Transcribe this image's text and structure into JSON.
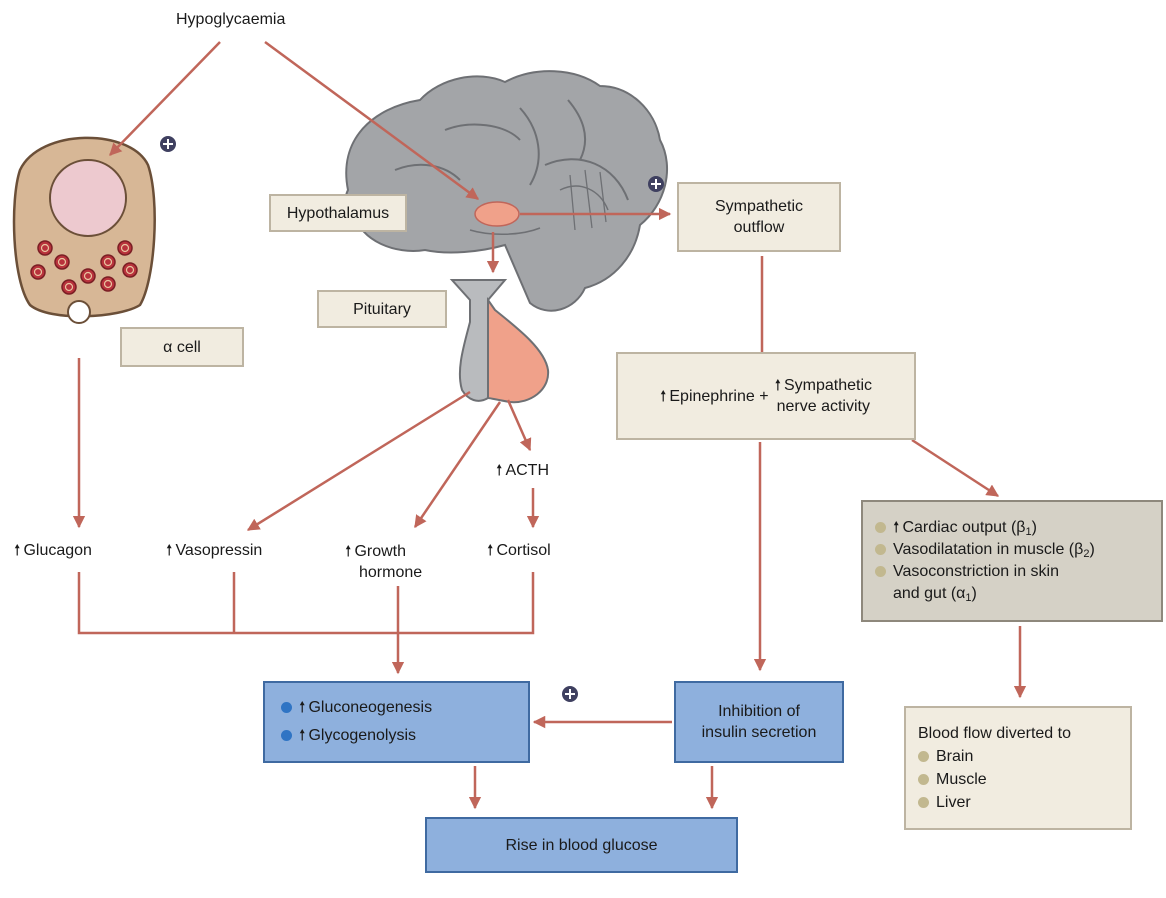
{
  "labels": {
    "hypoglycaemia": "Hypoglycaemia",
    "hypothalamus": "Hypothalamus",
    "pituitary": "Pituitary",
    "alpha_cell": "α cell",
    "sympathetic": [
      "Sympathetic",
      "outflow"
    ],
    "epinephrine": "Epinephrine +",
    "sympathetic_nerve": [
      "Sympathetic",
      "nerve activity"
    ],
    "acth": "ACTH",
    "glucagon": "Glucagon",
    "vasopressin": "Vasopressin",
    "growth_hormone": [
      "Growth",
      "hormone"
    ],
    "cortisol": "Cortisol",
    "cardiac_output": "Cardiac output (β",
    "cardiac_output_sub": "1",
    "cardiac_output_end": ")",
    "vasodilatation": "Vasodilatation in muscle (β",
    "vasodilatation_sub": "2",
    "vasodilatation_end": ")",
    "vasoconstriction": [
      "Vasoconstriction in skin",
      "and gut (α"
    ],
    "vasoconstriction_sub": "1",
    "vasoconstriction_end": ")",
    "gluconeogenesis": "Gluconeogenesis",
    "glycogenolysis": "Glycogenolysis",
    "inhibition": [
      "Inhibition of",
      "insulin secretion"
    ],
    "blood_flow_title": "Blood flow diverted to",
    "blood_flow_items": [
      "Brain",
      "Muscle",
      "Liver"
    ],
    "rise": "Rise in blood glucose"
  },
  "colors": {
    "arrow": "#c0665a",
    "plus": "#3f4060",
    "brain": "#a3a5a8",
    "pituitary_pink": "#f0a18a",
    "cell_body": "#d7b796",
    "granule": "#b8323c",
    "nucleus": "#edc9cf"
  }
}
